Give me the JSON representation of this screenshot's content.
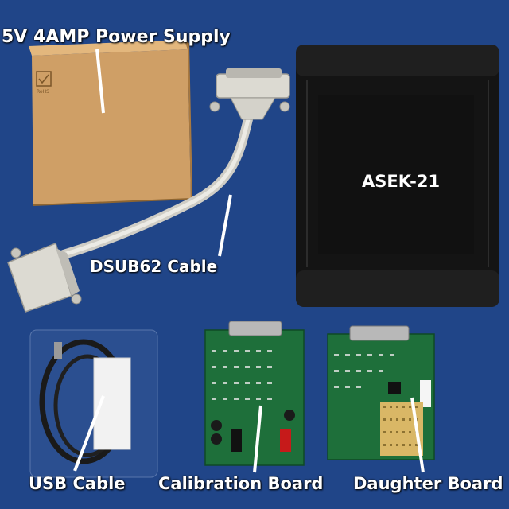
{
  "labels": {
    "power_supply": "5V 4AMP Power Supply",
    "device": "ASEK-21",
    "cable": "DSUB62 Cable",
    "usb": "USB Cable",
    "calibration": "Calibration Board",
    "daughter": "Daughter Board"
  },
  "box_print": "RoHS",
  "colors": {
    "background": "#22498f",
    "box": "#cf9f66",
    "enclosure": "#141414",
    "pcb": "#1e6f3a",
    "cable": "#d9d7cf",
    "label": "#ffffff"
  }
}
